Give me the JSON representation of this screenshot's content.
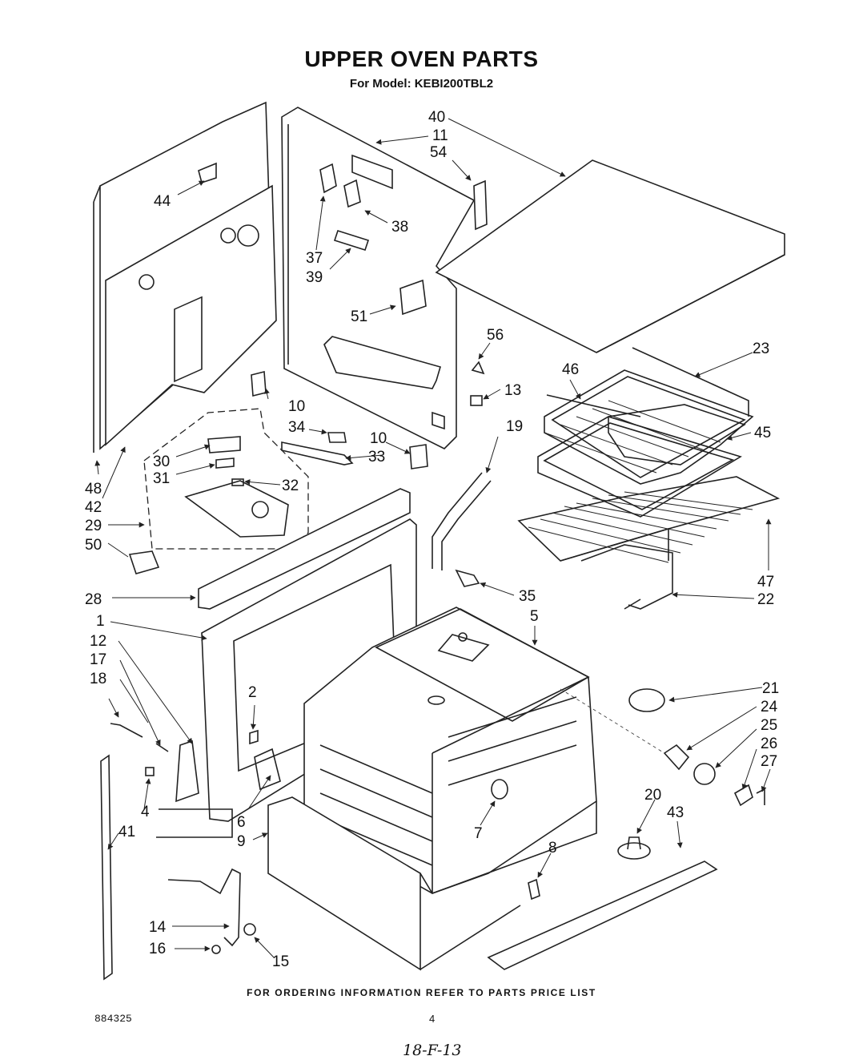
{
  "page": {
    "title": "UPPER OVEN PARTS",
    "subtitle": "For Model: KEBI200TBL2",
    "footer": "FOR ORDERING INFORMATION REFER TO PARTS PRICE LIST",
    "doc_number": "884325",
    "page_number": "4",
    "handwritten_note": "18-F-13"
  },
  "callouts": {
    "p1": "1",
    "p2": "2",
    "p4": "4",
    "p5": "5",
    "p6": "6",
    "p7": "7",
    "p8": "8",
    "p9": "9",
    "p10a": "10",
    "p10b": "10",
    "p11": "11",
    "p12": "12",
    "p13": "13",
    "p14": "14",
    "p15": "15",
    "p16": "16",
    "p17": "17",
    "p18": "18",
    "p19": "19",
    "p20": "20",
    "p21": "21",
    "p22": "22",
    "p23": "23",
    "p24": "24",
    "p25": "25",
    "p26": "26",
    "p27": "27",
    "p28": "28",
    "p29": "29",
    "p30": "30",
    "p31": "31",
    "p32": "32",
    "p33": "33",
    "p34": "34",
    "p35": "35",
    "p37": "37",
    "p38": "38",
    "p39": "39",
    "p40": "40",
    "p41": "41",
    "p42": "42",
    "p43": "43",
    "p44": "44",
    "p45": "45",
    "p46": "46",
    "p47": "47",
    "p48": "48",
    "p50": "50",
    "p51": "51",
    "p54": "54",
    "p56": "56"
  }
}
